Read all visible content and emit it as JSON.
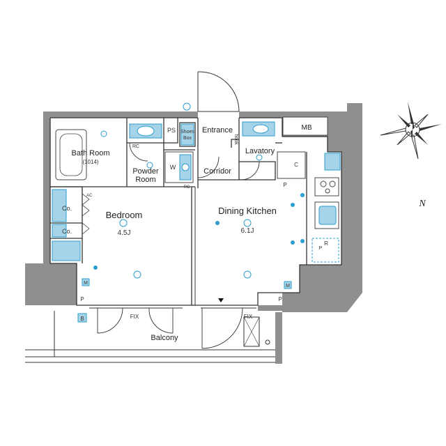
{
  "rooms": {
    "bath_room": "Bath Room",
    "bath_size": "(1014)",
    "powder_room_1": "Powder",
    "powder_room_2": "Room",
    "ps": "PS",
    "shoes_box_1": "Shoes",
    "shoes_box_2": "Box",
    "entrance": "Entrance",
    "hook": "hook",
    "lavatory": "Lavatory",
    "mb": "MB",
    "w": "W",
    "corridor": "Corridor",
    "bedroom": "Bedroom",
    "bedroom_size": "4.5J",
    "dining_kitchen": "Dining Kitchen",
    "dk_size": "6.1J",
    "closet_1": "Co.",
    "closet_2": "Co.",
    "balcony": "Balcony",
    "fix_1": "FIX",
    "fix_2": "FIX",
    "compass_n": "N"
  },
  "equipment": {
    "rc_1": "RC",
    "rc_2": "RC",
    "p_1": "P",
    "p_2": "P",
    "p_3": "P",
    "p_4": "P",
    "m_1": "M",
    "m_2": "M",
    "b": "B",
    "c": "C",
    "r": "R",
    "ac": "AC"
  },
  "colors": {
    "wall": "#8f8f8f",
    "outline": "#333333",
    "fixture_fill": "#a7d3e8",
    "fixture_stroke": "#2b9fcf",
    "light": "#2b9fcf"
  }
}
